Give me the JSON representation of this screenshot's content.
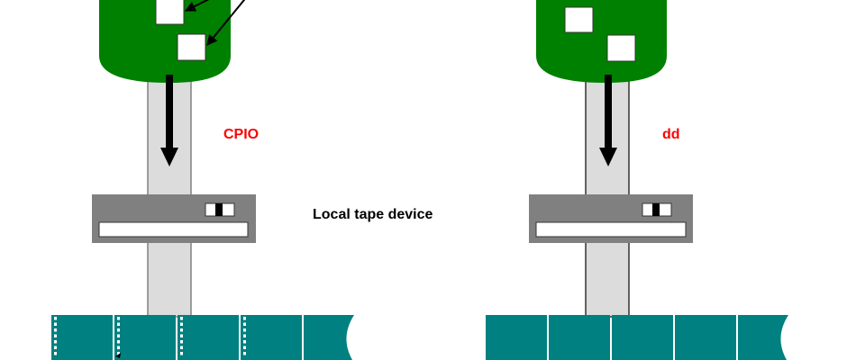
{
  "title": "Tape backup methods: CPIO vs dd",
  "labels": {
    "cpio": "CPIO",
    "dd": "dd",
    "device": "Local tape device"
  },
  "colors": {
    "disk": "#008000",
    "tape": "#008080",
    "device": "#808080",
    "channel": "#dcdcdc",
    "method_label": "#ff0000"
  },
  "left": {
    "method": "cpio",
    "tape_blocks": 5,
    "block_style": "file-by-file (perforated)"
  },
  "right": {
    "method": "dd",
    "tape_blocks": 5,
    "block_style": "raw image (contiguous)"
  },
  "icons": [
    "disk-icon",
    "arrow-down-icon",
    "tape-drive-icon",
    "tape-strip-icon"
  ]
}
